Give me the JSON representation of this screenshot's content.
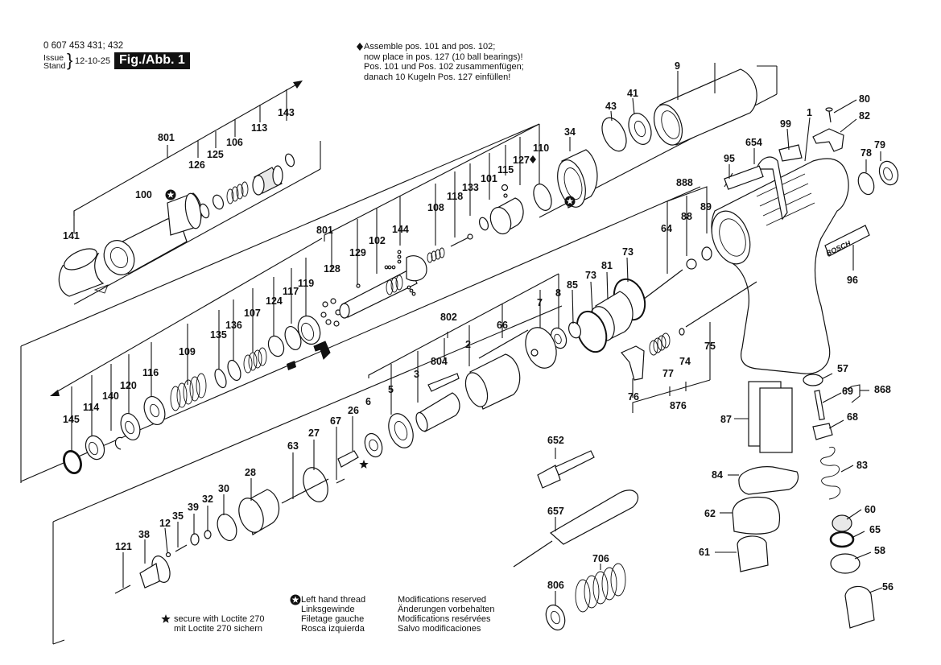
{
  "header": {
    "part_number": "0 607 453 431; 432",
    "issue_label_en": "Issue",
    "issue_label_de": "Stand",
    "issue_date": "12-10-25",
    "figure_label": "Fig./Abb. 1"
  },
  "assembly_note": {
    "symbol": "diamond",
    "lines": [
      "Assemble pos. 101 and pos. 102;",
      "now place in pos. 127 (10 ball bearings)!",
      "Pos. 101 und Pos. 102 zusammenfügen;",
      "danach 10 Kugeln Pos. 127 einfüllen!"
    ]
  },
  "legend": {
    "loctite": {
      "symbol": "star",
      "lines": [
        "secure with Loctite 270",
        "mit Loctite 270 sichern"
      ]
    },
    "left_hand_thread": {
      "symbol": "circled-star",
      "lines": [
        "Left hand thread",
        "Linksgewinde",
        "Filetage gauche",
        "Rosca izquierda"
      ]
    },
    "modifications": {
      "lines": [
        "Modifications reserved",
        "Änderungen vorbehalten",
        "Modifications resérvées",
        "Salvo modificaciones"
      ]
    }
  },
  "brand": {
    "name": "BOSCH"
  },
  "assembly_groups": {
    "g801_top": {
      "label": "801",
      "parts": [
        "141",
        "126",
        "125",
        "106",
        "113",
        "143"
      ]
    },
    "g801_mid": {
      "label": "801",
      "parts": [
        "128",
        "129",
        "102",
        "144",
        "108",
        "118",
        "133",
        "101",
        "115",
        "127",
        "110"
      ]
    },
    "g801_lower": {
      "label": "",
      "parts": [
        "145",
        "114",
        "140",
        "120",
        "116",
        "109",
        "135",
        "136",
        "107",
        "124",
        "117",
        "119"
      ]
    },
    "g802": {
      "label": "802",
      "parts": [
        "6",
        "5",
        "3",
        "804",
        "2",
        "66",
        "7",
        "8"
      ]
    },
    "g888": {
      "label": "888",
      "parts": [
        "64",
        "88",
        "89"
      ]
    },
    "g876": {
      "label": "876",
      "parts": [
        "76",
        "77",
        "74",
        "75"
      ]
    },
    "g868": {
      "label": "868",
      "parts": [
        "69",
        "68"
      ]
    }
  },
  "part_labels": [
    "801",
    "100",
    "141",
    "126",
    "125",
    "106",
    "113",
    "143",
    "801",
    "128",
    "129",
    "102",
    "144",
    "108",
    "118",
    "133",
    "101",
    "115",
    "127",
    "110",
    "145",
    "114",
    "140",
    "120",
    "116",
    "109",
    "135",
    "136",
    "107",
    "124",
    "117",
    "119",
    "9",
    "43",
    "41",
    "34",
    "1",
    "80",
    "82",
    "99",
    "654",
    "95",
    "79",
    "78",
    "96",
    "888",
    "64",
    "88",
    "89",
    "73",
    "81",
    "73",
    "85",
    "8",
    "7",
    "66",
    "2",
    "802",
    "804",
    "3",
    "5",
    "6",
    "75",
    "74",
    "77",
    "76",
    "876",
    "26",
    "67",
    "27",
    "63",
    "28",
    "30",
    "32",
    "39",
    "35",
    "12",
    "38",
    "121",
    "652",
    "657",
    "706",
    "806",
    "57",
    "69",
    "868",
    "68",
    "87",
    "84",
    "83",
    "62",
    "60",
    "65",
    "61",
    "58",
    "56"
  ]
}
